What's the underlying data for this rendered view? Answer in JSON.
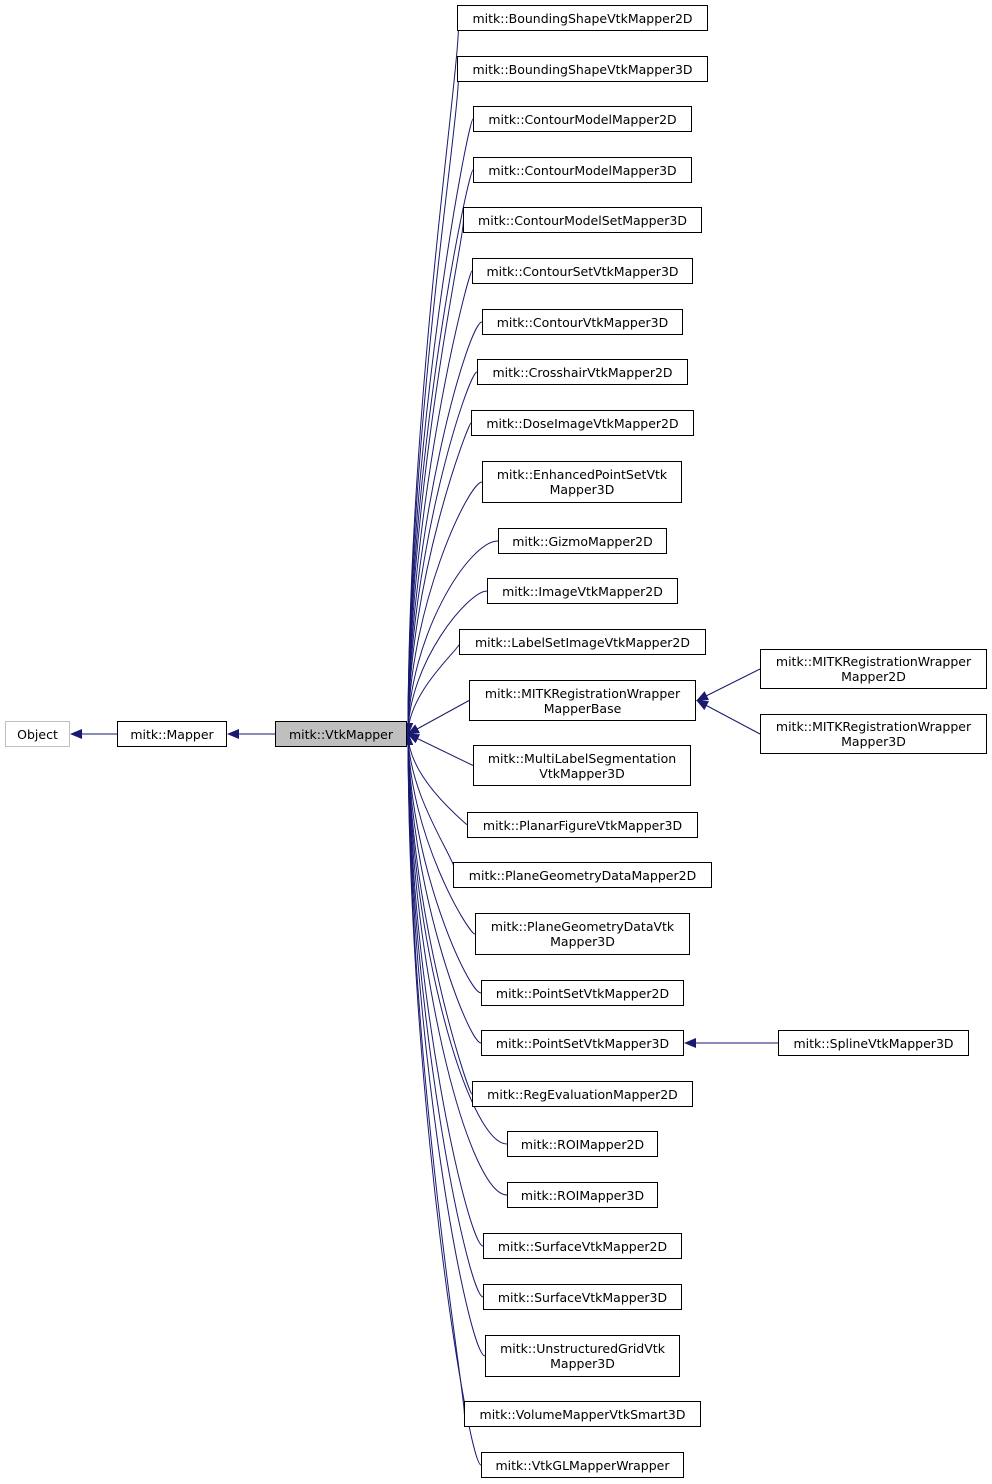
{
  "colors": {
    "edge": "#191970",
    "node_border": "#000000",
    "external_border": "#bfbfbf",
    "current_fill": "#bfbfbf",
    "background": "#ffffff"
  },
  "nodes": {
    "object": {
      "lines": [
        "Object"
      ]
    },
    "mapper": {
      "lines": [
        "mitk::Mapper"
      ]
    },
    "vtkmapper": {
      "lines": [
        "mitk::VtkMapper"
      ]
    },
    "bs2d": {
      "lines": [
        "mitk::BoundingShapeVtkMapper2D"
      ]
    },
    "bs3d": {
      "lines": [
        "mitk::BoundingShapeVtkMapper3D"
      ]
    },
    "cm2d": {
      "lines": [
        "mitk::ContourModelMapper2D"
      ]
    },
    "cm3d": {
      "lines": [
        "mitk::ContourModelMapper3D"
      ]
    },
    "cms3d": {
      "lines": [
        "mitk::ContourModelSetMapper3D"
      ]
    },
    "csv3d": {
      "lines": [
        "mitk::ContourSetVtkMapper3D"
      ]
    },
    "cv3d": {
      "lines": [
        "mitk::ContourVtkMapper3D"
      ]
    },
    "ch2d": {
      "lines": [
        "mitk::CrosshairVtkMapper2D"
      ]
    },
    "di2d": {
      "lines": [
        "mitk::DoseImageVtkMapper2D"
      ]
    },
    "eps3d": {
      "lines": [
        "mitk::EnhancedPointSetVtk",
        "Mapper3D"
      ]
    },
    "gz2d": {
      "lines": [
        "mitk::GizmoMapper2D"
      ]
    },
    "iv2d": {
      "lines": [
        "mitk::ImageVtkMapper2D"
      ]
    },
    "lsi2d": {
      "lines": [
        "mitk::LabelSetImageVtkMapper2D"
      ]
    },
    "mrwb": {
      "lines": [
        "mitk::MITKRegistrationWrapper",
        "MapperBase"
      ]
    },
    "mrw2d": {
      "lines": [
        "mitk::MITKRegistrationWrapper",
        "Mapper2D"
      ]
    },
    "mrw3d": {
      "lines": [
        "mitk::MITKRegistrationWrapper",
        "Mapper3D"
      ]
    },
    "mls3d": {
      "lines": [
        "mitk::MultiLabelSegmentation",
        "VtkMapper3D"
      ]
    },
    "pf3d": {
      "lines": [
        "mitk::PlanarFigureVtkMapper3D"
      ]
    },
    "pgd2d": {
      "lines": [
        "mitk::PlaneGeometryDataMapper2D"
      ]
    },
    "pgdv3d": {
      "lines": [
        "mitk::PlaneGeometryDataVtk",
        "Mapper3D"
      ]
    },
    "ps2d": {
      "lines": [
        "mitk::PointSetVtkMapper2D"
      ]
    },
    "ps3d": {
      "lines": [
        "mitk::PointSetVtkMapper3D"
      ]
    },
    "spl3d": {
      "lines": [
        "mitk::SplineVtkMapper3D"
      ]
    },
    "re2d": {
      "lines": [
        "mitk::RegEvaluationMapper2D"
      ]
    },
    "roi2d": {
      "lines": [
        "mitk::ROIMapper2D"
      ]
    },
    "roi3d": {
      "lines": [
        "mitk::ROIMapper3D"
      ]
    },
    "sv2d": {
      "lines": [
        "mitk::SurfaceVtkMapper2D"
      ]
    },
    "sv3d": {
      "lines": [
        "mitk::SurfaceVtkMapper3D"
      ]
    },
    "ug3d": {
      "lines": [
        "mitk::UnstructuredGridVtk",
        "Mapper3D"
      ]
    },
    "vmvs3d": {
      "lines": [
        "mitk::VolumeMapperVtkSmart3D"
      ]
    },
    "vglw": {
      "lines": [
        "mitk::VtkGLMapperWrapper"
      ]
    }
  },
  "edges": [
    [
      "mapper",
      "object"
    ],
    [
      "vtkmapper",
      "mapper"
    ],
    [
      "bs2d",
      "vtkmapper"
    ],
    [
      "bs3d",
      "vtkmapper"
    ],
    [
      "cm2d",
      "vtkmapper"
    ],
    [
      "cm3d",
      "vtkmapper"
    ],
    [
      "cms3d",
      "vtkmapper"
    ],
    [
      "csv3d",
      "vtkmapper"
    ],
    [
      "cv3d",
      "vtkmapper"
    ],
    [
      "ch2d",
      "vtkmapper"
    ],
    [
      "di2d",
      "vtkmapper"
    ],
    [
      "eps3d",
      "vtkmapper"
    ],
    [
      "gz2d",
      "vtkmapper"
    ],
    [
      "iv2d",
      "vtkmapper"
    ],
    [
      "lsi2d",
      "vtkmapper"
    ],
    [
      "mrwb",
      "vtkmapper"
    ],
    [
      "mls3d",
      "vtkmapper"
    ],
    [
      "pf3d",
      "vtkmapper"
    ],
    [
      "pgd2d",
      "vtkmapper"
    ],
    [
      "pgdv3d",
      "vtkmapper"
    ],
    [
      "ps2d",
      "vtkmapper"
    ],
    [
      "ps3d",
      "vtkmapper"
    ],
    [
      "re2d",
      "vtkmapper"
    ],
    [
      "roi2d",
      "vtkmapper"
    ],
    [
      "roi3d",
      "vtkmapper"
    ],
    [
      "sv2d",
      "vtkmapper"
    ],
    [
      "sv3d",
      "vtkmapper"
    ],
    [
      "ug3d",
      "vtkmapper"
    ],
    [
      "vmvs3d",
      "vtkmapper"
    ],
    [
      "vglw",
      "vtkmapper"
    ],
    [
      "mrw2d",
      "mrwb"
    ],
    [
      "mrw3d",
      "mrwb"
    ],
    [
      "spl3d",
      "ps3d"
    ]
  ]
}
